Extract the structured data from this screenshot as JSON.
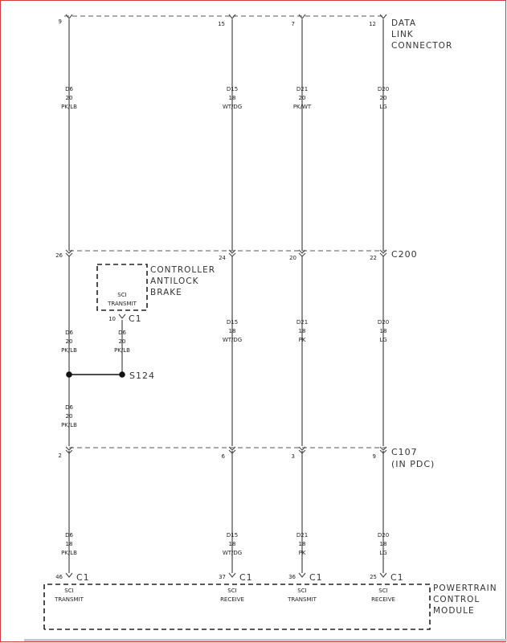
{
  "data_link_connector": {
    "label_lines": [
      "DATA",
      "LINK",
      "CONNECTOR"
    ],
    "pins": [
      "9",
      "15",
      "7",
      "12"
    ]
  },
  "wire_upper": [
    {
      "circuit": "D6",
      "gauge": "20",
      "color": "PK/LB"
    },
    {
      "circuit": "D15",
      "gauge": "18",
      "color": "WT/DG"
    },
    {
      "circuit": "D21",
      "gauge": "20",
      "color": "PK/WT"
    },
    {
      "circuit": "D20",
      "gauge": "20",
      "color": "LG"
    }
  ],
  "c200": {
    "name": "C200",
    "pins": [
      "26",
      "24",
      "20",
      "22"
    ]
  },
  "controller_antilock_brake": {
    "label_lines": [
      "CONTROLLER",
      "ANTILOCK",
      "BRAKE"
    ],
    "pin_function": [
      "SCI",
      "TRANSMIT"
    ],
    "pin": "10",
    "connector": "C1",
    "wire": {
      "circuit": "D6",
      "gauge": "20",
      "color": "PK/LB"
    }
  },
  "wire_mid": [
    {
      "circuit": "D6",
      "gauge": "20",
      "color": "PK/LB"
    },
    {
      "circuit": "D15",
      "gauge": "18",
      "color": "WT/DG"
    },
    {
      "circuit": "D21",
      "gauge": "18",
      "color": "PK"
    },
    {
      "circuit": "D20",
      "gauge": "18",
      "color": "LG"
    }
  ],
  "splice": {
    "name": "S124"
  },
  "wire_after_splice": {
    "circuit": "D6",
    "gauge": "20",
    "color": "PK/LB"
  },
  "c107": {
    "name": "C107",
    "sub": "(IN PDC)",
    "pins": [
      "2",
      "6",
      "3",
      "9"
    ]
  },
  "wire_lower": [
    {
      "circuit": "D6",
      "gauge": "18",
      "color": "PK/LB"
    },
    {
      "circuit": "D15",
      "gauge": "18",
      "color": "WT/DG"
    },
    {
      "circuit": "D21",
      "gauge": "18",
      "color": "PK"
    },
    {
      "circuit": "D20",
      "gauge": "18",
      "color": "LG"
    }
  ],
  "powertrain_control_module": {
    "label_lines": [
      "POWERTRAIN",
      "CONTROL",
      "MODULE"
    ],
    "connector": "C1",
    "pins": [
      {
        "pin": "46",
        "func1": "SCI",
        "func2": "TRANSMIT"
      },
      {
        "pin": "37",
        "func1": "SCI",
        "func2": "RECEIVE"
      },
      {
        "pin": "36",
        "func1": "SCI",
        "func2": "TRANSMIT"
      },
      {
        "pin": "25",
        "func1": "SCI",
        "func2": "RECEIVE"
      }
    ]
  },
  "colors": {
    "frame_red": "#d23c3c",
    "wire": "#555555",
    "text": "#222222"
  }
}
